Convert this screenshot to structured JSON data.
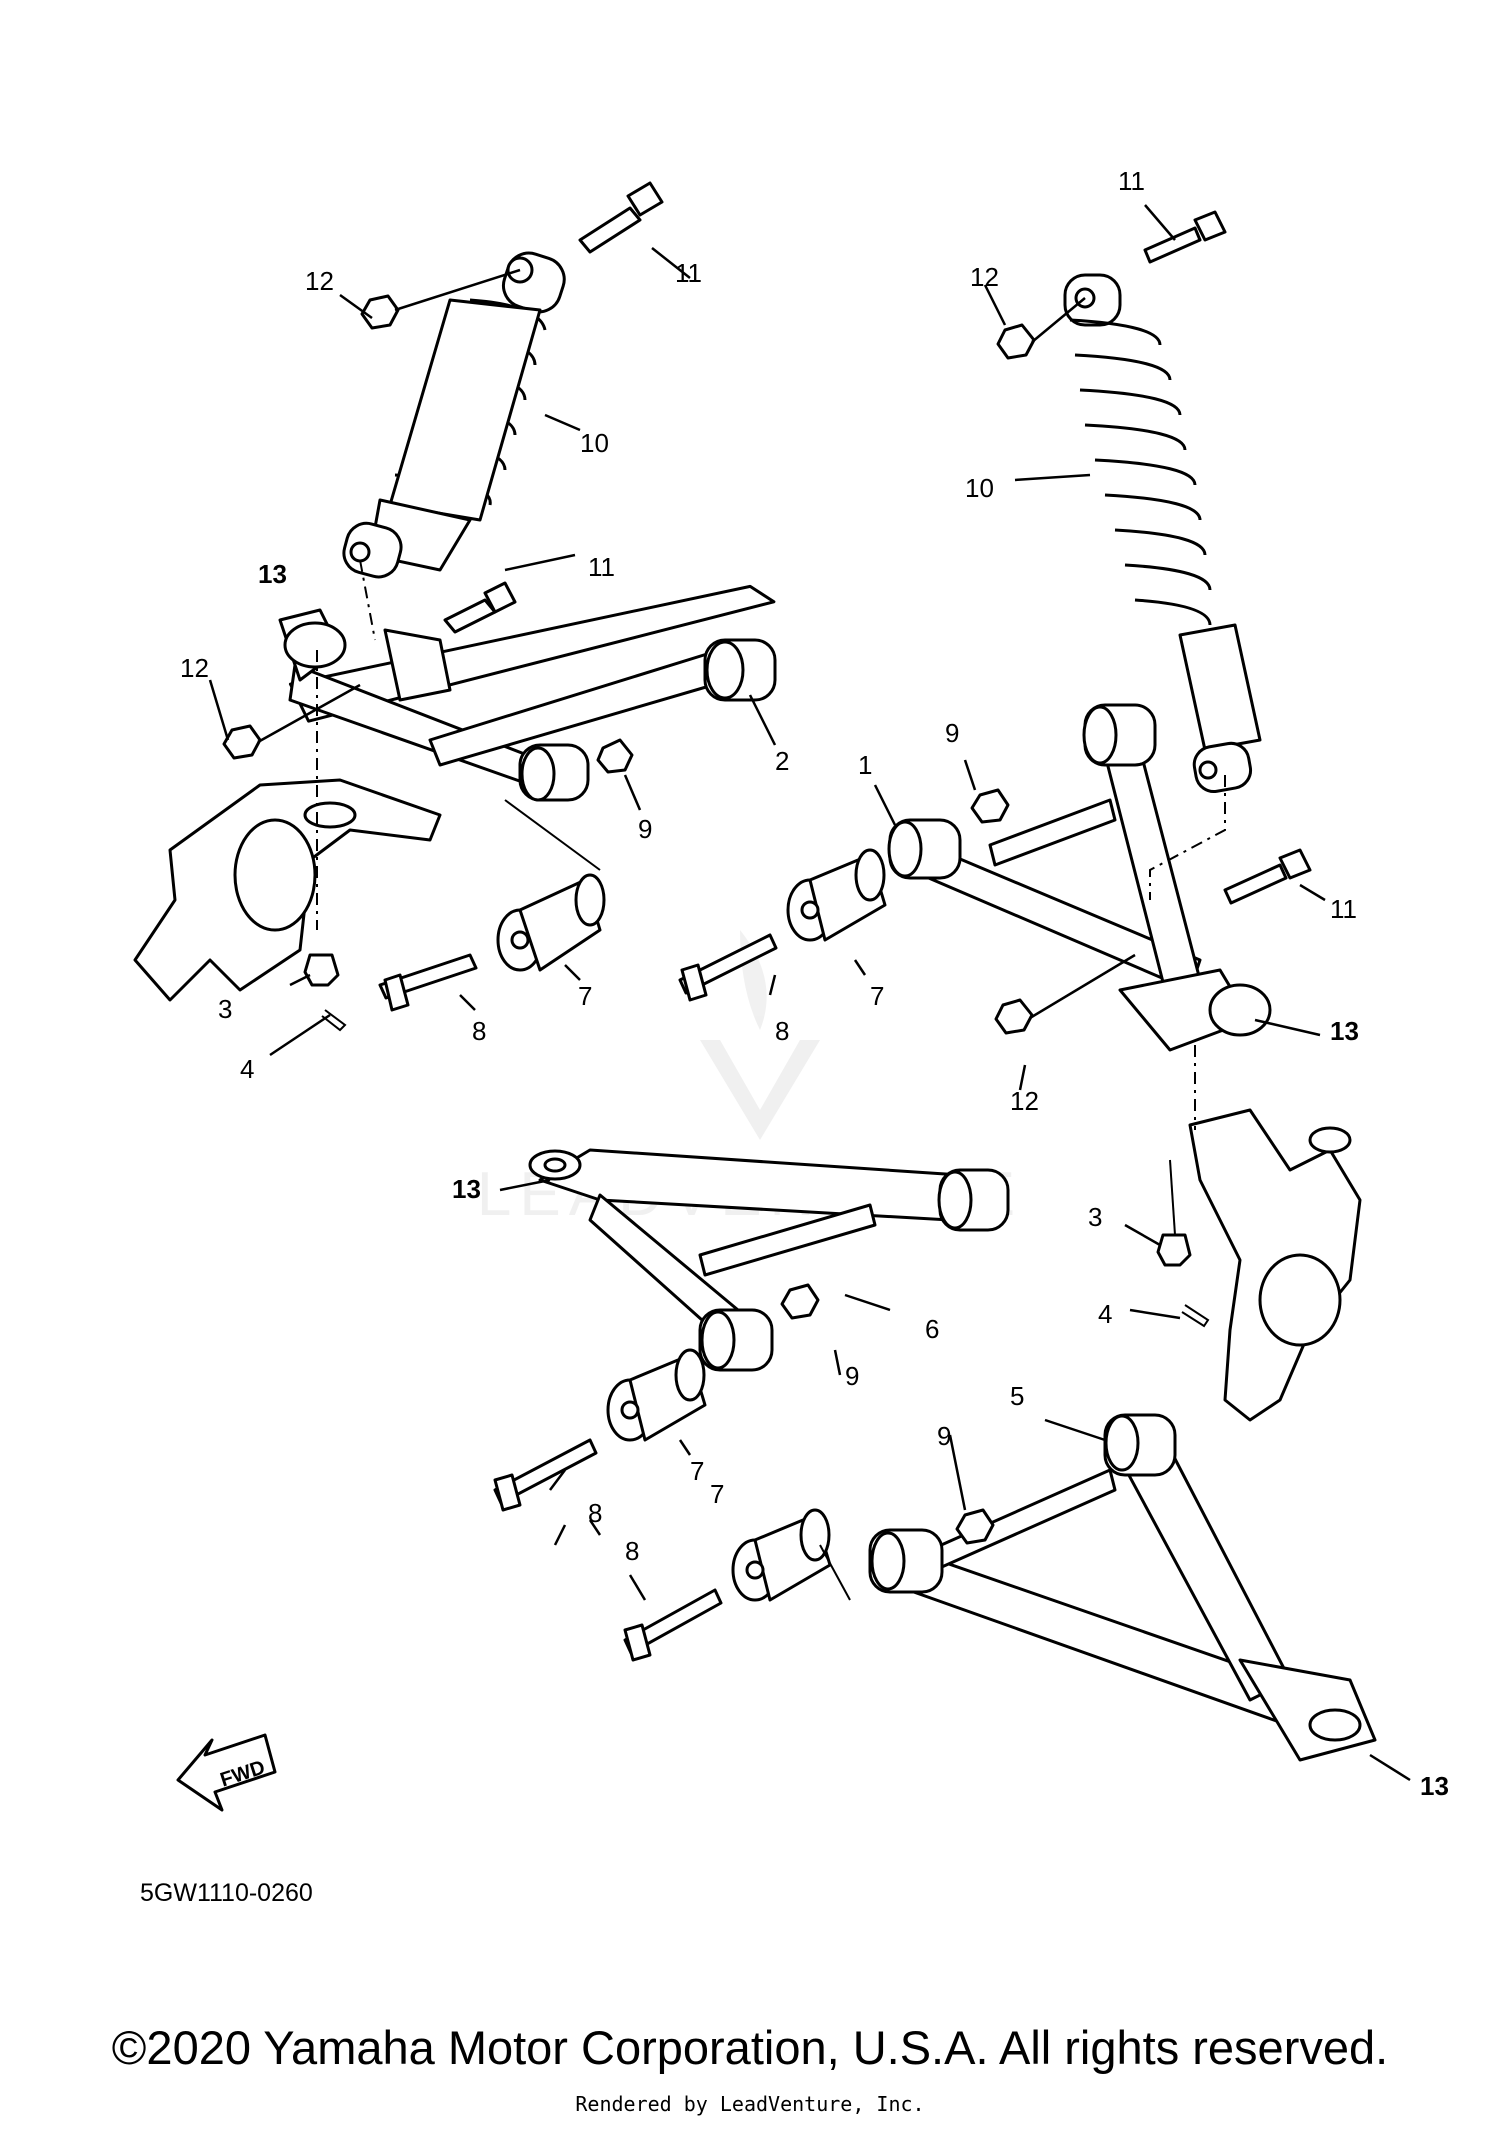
{
  "diagram": {
    "code": "5GW1110-0260",
    "fwd_label": "FWD",
    "watermark": "LEADVENTURE",
    "callouts": [
      {
        "id": "c11a",
        "text": "11",
        "bold": false
      },
      {
        "id": "c12a",
        "text": "12",
        "bold": false
      },
      {
        "id": "c10a",
        "text": "10",
        "bold": false
      },
      {
        "id": "c11b",
        "text": "11",
        "bold": false
      },
      {
        "id": "c13a",
        "text": "13",
        "bold": true
      },
      {
        "id": "c12b",
        "text": "12",
        "bold": false
      },
      {
        "id": "c2",
        "text": "2",
        "bold": false
      },
      {
        "id": "c9a",
        "text": "9",
        "bold": false
      },
      {
        "id": "c3a",
        "text": "3",
        "bold": false
      },
      {
        "id": "c4a",
        "text": "4",
        "bold": false
      },
      {
        "id": "c8a",
        "text": "8",
        "bold": false
      },
      {
        "id": "c7a",
        "text": "7",
        "bold": false
      },
      {
        "id": "c11c",
        "text": "11",
        "bold": false
      },
      {
        "id": "c12c",
        "text": "12",
        "bold": false
      },
      {
        "id": "c10b",
        "text": "10",
        "bold": false
      },
      {
        "id": "c9b",
        "text": "9",
        "bold": false
      },
      {
        "id": "c1",
        "text": "1",
        "bold": false
      },
      {
        "id": "c11d",
        "text": "11",
        "bold": false
      },
      {
        "id": "c7b",
        "text": "7",
        "bold": false
      },
      {
        "id": "c8b",
        "text": "8",
        "bold": false
      },
      {
        "id": "c13b",
        "text": "13",
        "bold": true
      },
      {
        "id": "c12d",
        "text": "12",
        "bold": false
      },
      {
        "id": "c13c",
        "text": "13",
        "bold": true
      },
      {
        "id": "c3b",
        "text": "3",
        "bold": false
      },
      {
        "id": "c6",
        "text": "6",
        "bold": false
      },
      {
        "id": "c4b",
        "text": "4",
        "bold": false
      },
      {
        "id": "c9c",
        "text": "9",
        "bold": false
      },
      {
        "id": "c5",
        "text": "5",
        "bold": false
      },
      {
        "id": "c7c",
        "text": "7",
        "bold": false
      },
      {
        "id": "c9d",
        "text": "9",
        "bold": false
      },
      {
        "id": "c7d",
        "text": "7",
        "bold": false
      },
      {
        "id": "c8c",
        "text": "8",
        "bold": false
      },
      {
        "id": "c8d",
        "text": "8",
        "bold": false
      },
      {
        "id": "c13d",
        "text": "13",
        "bold": true
      }
    ]
  },
  "footer": {
    "copyright": "©2020 Yamaha Motor Corporation, U.S.A. All rights reserved.",
    "render_credit": "Rendered by LeadVenture, Inc."
  }
}
